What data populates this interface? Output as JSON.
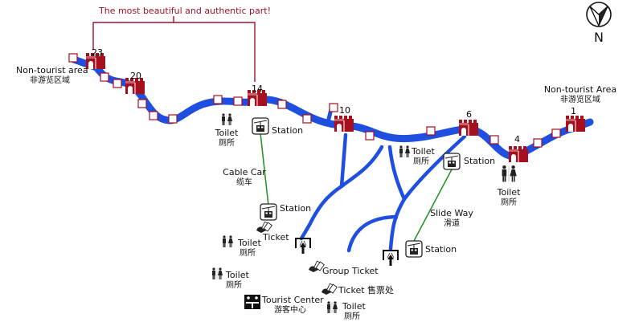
{
  "colors": {
    "wall": "#1f4fe0",
    "tower": "#a50f1e",
    "bracket": "#a0112b",
    "cable": "#1f8f1f",
    "text": "#111111"
  },
  "banner": {
    "text": "The most beautiful and authentic part!"
  },
  "compass": {
    "label": "N",
    "icon": "north-arrow-icon"
  },
  "towers": [
    {
      "number": "23"
    },
    {
      "number": "20"
    },
    {
      "number": "14"
    },
    {
      "number": "10"
    },
    {
      "number": "6"
    },
    {
      "number": "4"
    },
    {
      "number": "1"
    }
  ],
  "areas": {
    "left_non_tourist": {
      "en": "Non-tourist area",
      "cn": "非游览区域"
    },
    "right_non_tourist": {
      "en": "Non-tourist Area",
      "cn": "非游览区域"
    }
  },
  "facilities": {
    "toilet_14": {
      "en": "Toilet",
      "cn": "厕所"
    },
    "toilet_10": {
      "en": "Toilet",
      "cn": "厕所"
    },
    "toilet_4": {
      "en": "Toilet",
      "cn": "厕所"
    },
    "toilet_ticket": {
      "en": "Toilet",
      "cn": "厕所"
    },
    "toilet_lower": {
      "en": "Toilet",
      "cn": "厕所"
    },
    "toilet_bottom": {
      "en": "Toilet",
      "cn": "厕所"
    },
    "station_cable_top": {
      "en": "Station"
    },
    "station_cable_bottom": {
      "en": "Station"
    },
    "station_slide_top": {
      "en": "Station"
    },
    "station_slide_bottom": {
      "en": "Station"
    },
    "cable_car": {
      "en": "Cable Car",
      "cn": "缆车"
    },
    "slide_way": {
      "en": "Slide Way",
      "cn": "滑道"
    },
    "ticket": {
      "en": "Ticket"
    },
    "group_ticket": {
      "en": "Group Ticket"
    },
    "ticket_office": {
      "en": "Ticket 售票处"
    },
    "tourist_center": {
      "en": "Tourist Center",
      "cn": "游客中心"
    }
  }
}
